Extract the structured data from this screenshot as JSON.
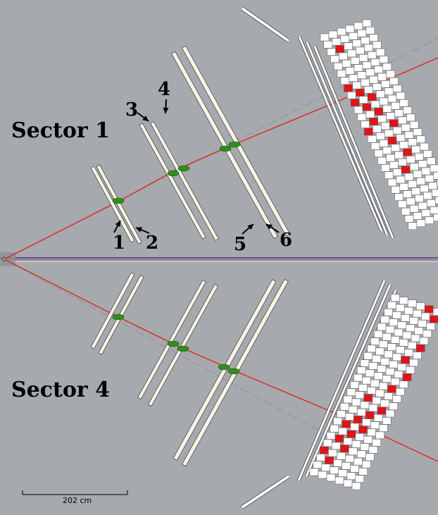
{
  "labels": {
    "sector_top": "Sector 1",
    "sector_bottom": "Sector 4",
    "numbers": [
      "1",
      "2",
      "3",
      "4",
      "5",
      "6"
    ]
  },
  "scale_bar": {
    "text": "202 cm"
  },
  "colors": {
    "background": "#a6a9ad",
    "track": "#e0231d",
    "chamber": "#f6f4e6",
    "hit": "#2f8f1e",
    "calorimeter_cell": "#ffffff",
    "calorimeter_hit": "#e2121a",
    "beamline_blue": "#2a3f9a",
    "beamline_red": "#c0303a"
  }
}
